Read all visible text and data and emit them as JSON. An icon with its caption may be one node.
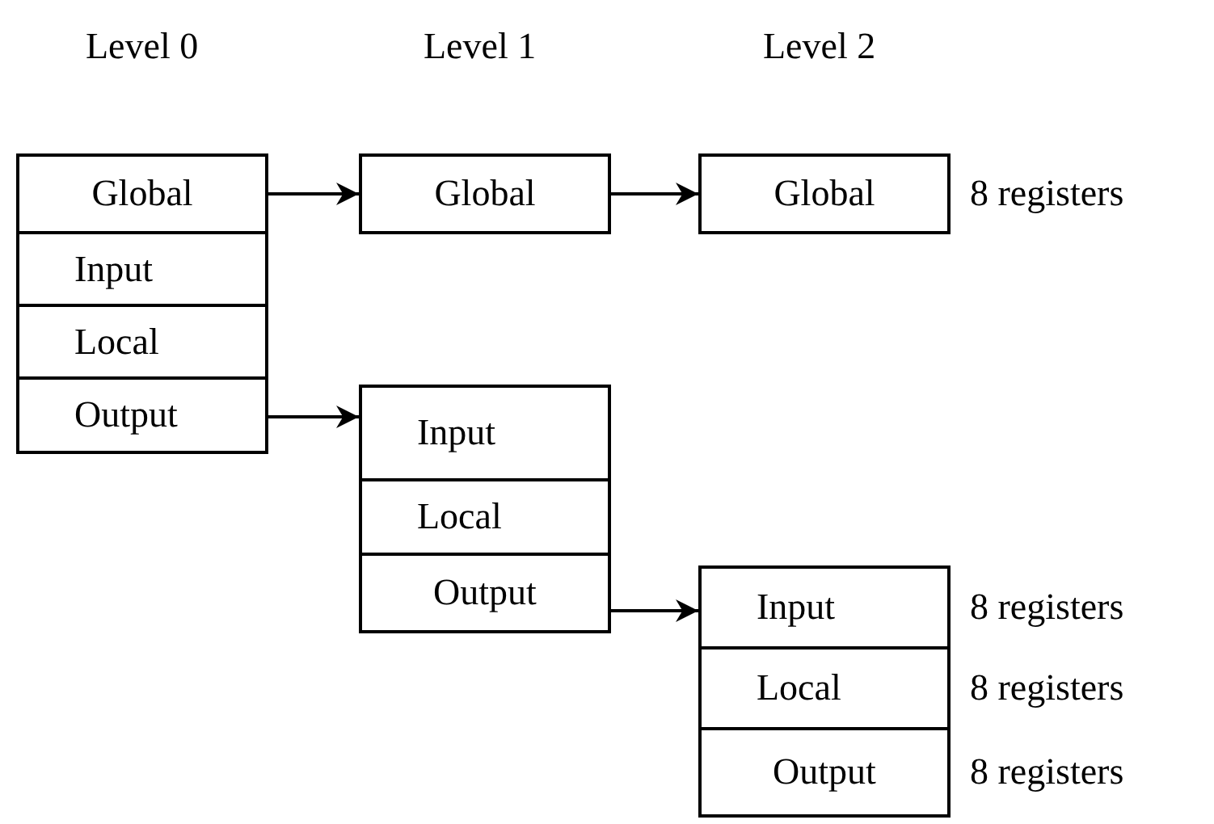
{
  "diagram": {
    "nodes": [
      {
        "text": [
          "Global"
        ]
      },
      {
        "text": [
          "Global"
        ]
      },
      {
        "text": [
          "Global"
        ],
        "beside": [
          "8 registers"
        ]
      },
      {
        "text": [
          "Input"
        ]
      },
      {
        "text": [
          "Local"
        ]
      },
      {
        "text": [
          "Output"
        ]
      },
      {
        "text": [
          "Input"
        ]
      },
      {
        "text": [
          "Local"
        ]
      },
      {
        "text": [
          "Output"
        ]
      },
      {
        "text": [
          "Input"
        ],
        "beside": [
          "8 registers"
        ]
      },
      {
        "text": [
          "Local"
        ],
        "beside": [
          "8 registers"
        ]
      },
      {
        "text": [
          "Output"
        ],
        "beside": [
          "8 registers"
        ]
      }
    ],
    "edges": [
      {
        "from": 0,
        "to": 1,
        "arrow": "to"
      },
      {
        "from": 1,
        "to": 2,
        "arrow": "to"
      },
      {
        "from": 5,
        "to": 6,
        "arrow": "to"
      },
      {
        "from": 8,
        "to": 9,
        "arrow": "to"
      }
    ],
    "labels": [
      "Level 0",
      "Level 1",
      "Level 2"
    ]
  }
}
